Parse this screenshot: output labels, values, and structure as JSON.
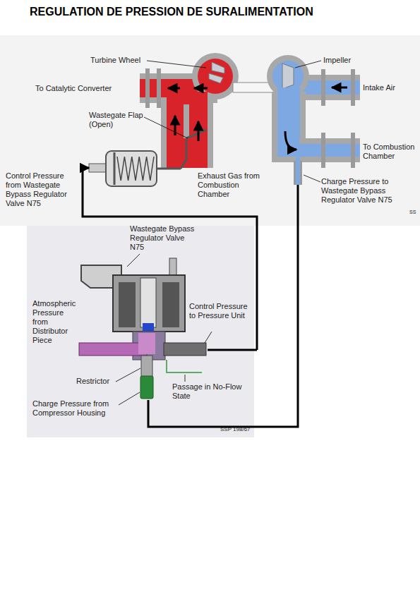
{
  "diagram": {
    "title": "REGULATION DE PRESSION DE SURALIMENTATION",
    "labels": [
      "Turbine Wheel",
      "Impeller",
      "To Catalytic Converter",
      "Intake Air",
      "Wastegate Flap (Open)",
      "To Combustion Chamber",
      "Control Pressure from Wastegate Bypass Regulator Valve N75",
      "Exhaust Gas from Combustion Chamber",
      "Charge Pressure to Wastegate Bypass Regulator Valve N75",
      "SS",
      "Wastegate Bypass Regulator Valve N75",
      "Atmospheric Pressure from Distributor Piece",
      "Control Pressure to Pressure Unit",
      "Restrictor",
      "Passage in No-Flow State",
      "Charge Pressure from Compressor Housing",
      "SSP 198/67"
    ]
  }
}
